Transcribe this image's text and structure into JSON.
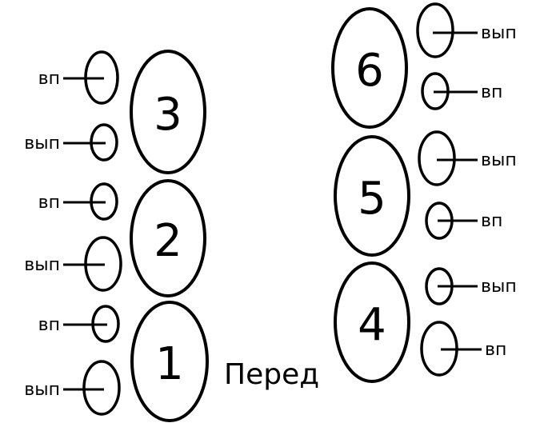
{
  "cylinders": [
    {
      "number": "3",
      "valves": [
        {
          "label": "вп"
        },
        {
          "label": "вып"
        }
      ]
    },
    {
      "number": "2",
      "valves": [
        {
          "label": "вп"
        },
        {
          "label": "вып"
        }
      ]
    },
    {
      "number": "1",
      "valves": [
        {
          "label": "вп"
        },
        {
          "label": "вып"
        }
      ]
    },
    {
      "number": "6",
      "valves": [
        {
          "label": "вып"
        },
        {
          "label": "вп"
        }
      ]
    },
    {
      "number": "5",
      "valves": [
        {
          "label": "вып"
        },
        {
          "label": "вп"
        }
      ]
    },
    {
      "number": "4",
      "valves": [
        {
          "label": "вып"
        },
        {
          "label": "вп"
        }
      ]
    }
  ],
  "front_label": "Перед"
}
